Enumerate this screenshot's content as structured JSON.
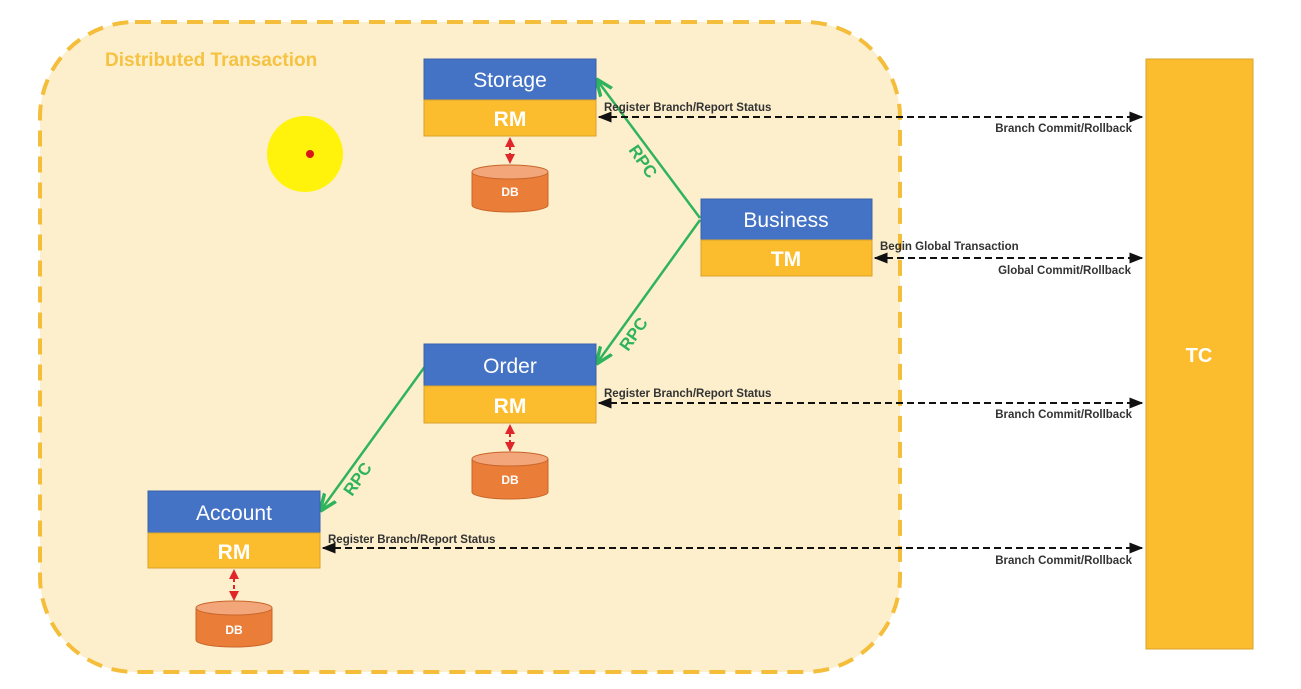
{
  "diagram": {
    "region_title": "Distributed Transaction",
    "colors": {
      "region_fill": "#fdefcc",
      "region_border": "#f4bd3a",
      "service_blue": "#4472c4",
      "role_yellow": "#fbbd2d",
      "db_orange": "#ea7d37",
      "rpc_green": "#2fb35c",
      "db_link_red": "#e0262b",
      "tc_fill": "#fbbd2d",
      "pointer_yellow": "#fff200",
      "pointer_dot": "#d9141b"
    },
    "services": [
      {
        "id": "storage",
        "name": "Storage",
        "role": "RM",
        "db": "DB",
        "to_tc_label": "Register Branch/Report Status",
        "from_tc_label": "Branch Commit/Rollback"
      },
      {
        "id": "business",
        "name": "Business",
        "role": "TM",
        "db": null,
        "to_tc_label": "Begin Global Transaction",
        "from_tc_label": "Global Commit/Rollback"
      },
      {
        "id": "order",
        "name": "Order",
        "role": "RM",
        "db": "DB",
        "to_tc_label": "Register Branch/Report Status",
        "from_tc_label": "Branch Commit/Rollback"
      },
      {
        "id": "account",
        "name": "Account",
        "role": "RM",
        "db": "DB",
        "to_tc_label": "Register Branch/Report Status",
        "from_tc_label": "Branch Commit/Rollback"
      }
    ],
    "rpc_links": [
      {
        "from": "business",
        "to": "storage",
        "label": "RPC"
      },
      {
        "from": "business",
        "to": "order",
        "label": "RPC"
      },
      {
        "from": "order",
        "to": "account",
        "label": "RPC"
      }
    ],
    "coordinator": {
      "name": "TC"
    }
  }
}
